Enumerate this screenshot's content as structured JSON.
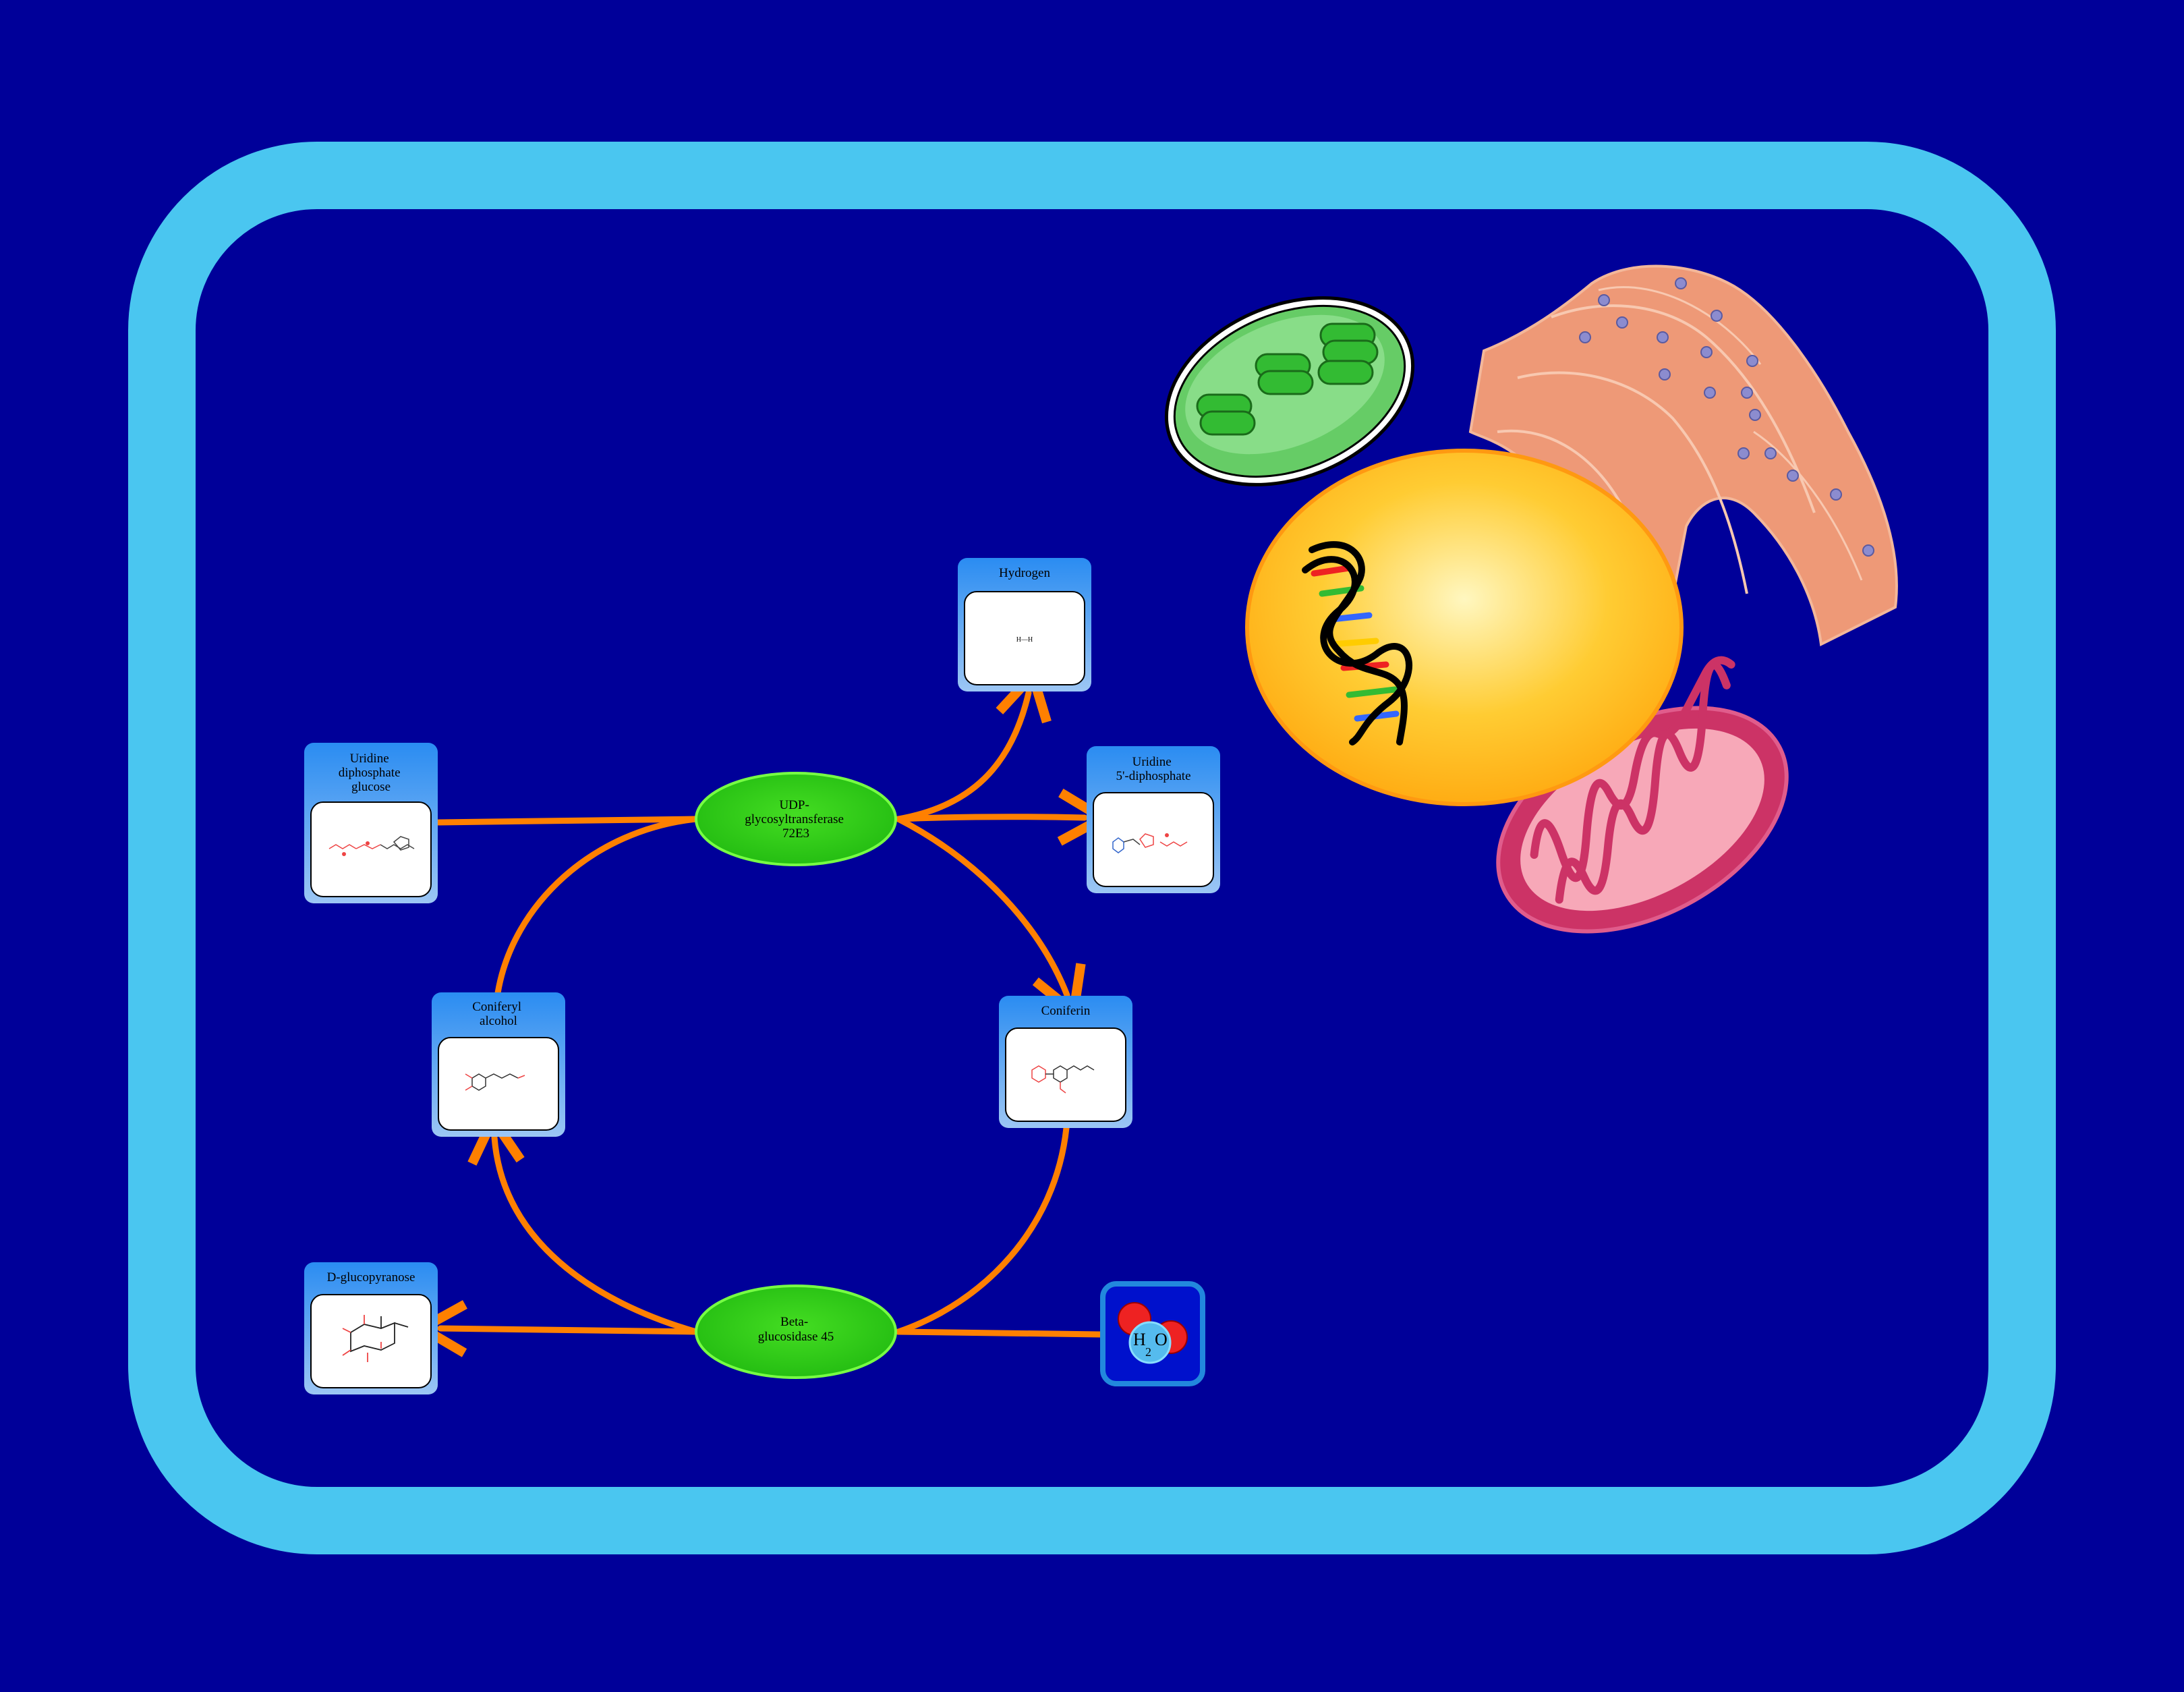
{
  "colors": {
    "background": "#000099",
    "cell_wall": "#4ac6f0",
    "cell_inside": "#000099",
    "arrow": "#ff8000",
    "enzyme_fill": "#33cc22",
    "enzyme_edge": "#66ff33",
    "compound_header": "#1e90ff",
    "nucleus": "#ffbb22",
    "golgi": "#ee9977",
    "mitochondrion": "#cc3366",
    "chloroplast": "#66cc66"
  },
  "enzymes": {
    "udp_gt": {
      "label": [
        "UDP-",
        "glycosyltransferase",
        "72E3"
      ]
    },
    "beta_gluc": {
      "label": [
        "Beta-",
        "glucosidase 45"
      ]
    }
  },
  "compounds": {
    "hydrogen": {
      "label": [
        "Hydrogen"
      ],
      "structure": "H—H"
    },
    "udp_glucose": {
      "label": [
        "Uridine",
        "diphosphate",
        "glucose"
      ]
    },
    "udp": {
      "label": [
        "Uridine",
        "5'-diphosphate"
      ]
    },
    "coniferyl_alcohol": {
      "label": [
        "Coniferyl",
        "alcohol"
      ]
    },
    "coniferin": {
      "label": [
        "Coniferin"
      ]
    },
    "d_glucopyranose": {
      "label": [
        "D-glucopyranose"
      ]
    }
  },
  "water": {
    "letter_h": "H",
    "subscript": "2",
    "letter_o": "O"
  },
  "organelles": [
    "chloroplast",
    "nucleus-with-dna",
    "golgi-apparatus",
    "mitochondrion"
  ]
}
